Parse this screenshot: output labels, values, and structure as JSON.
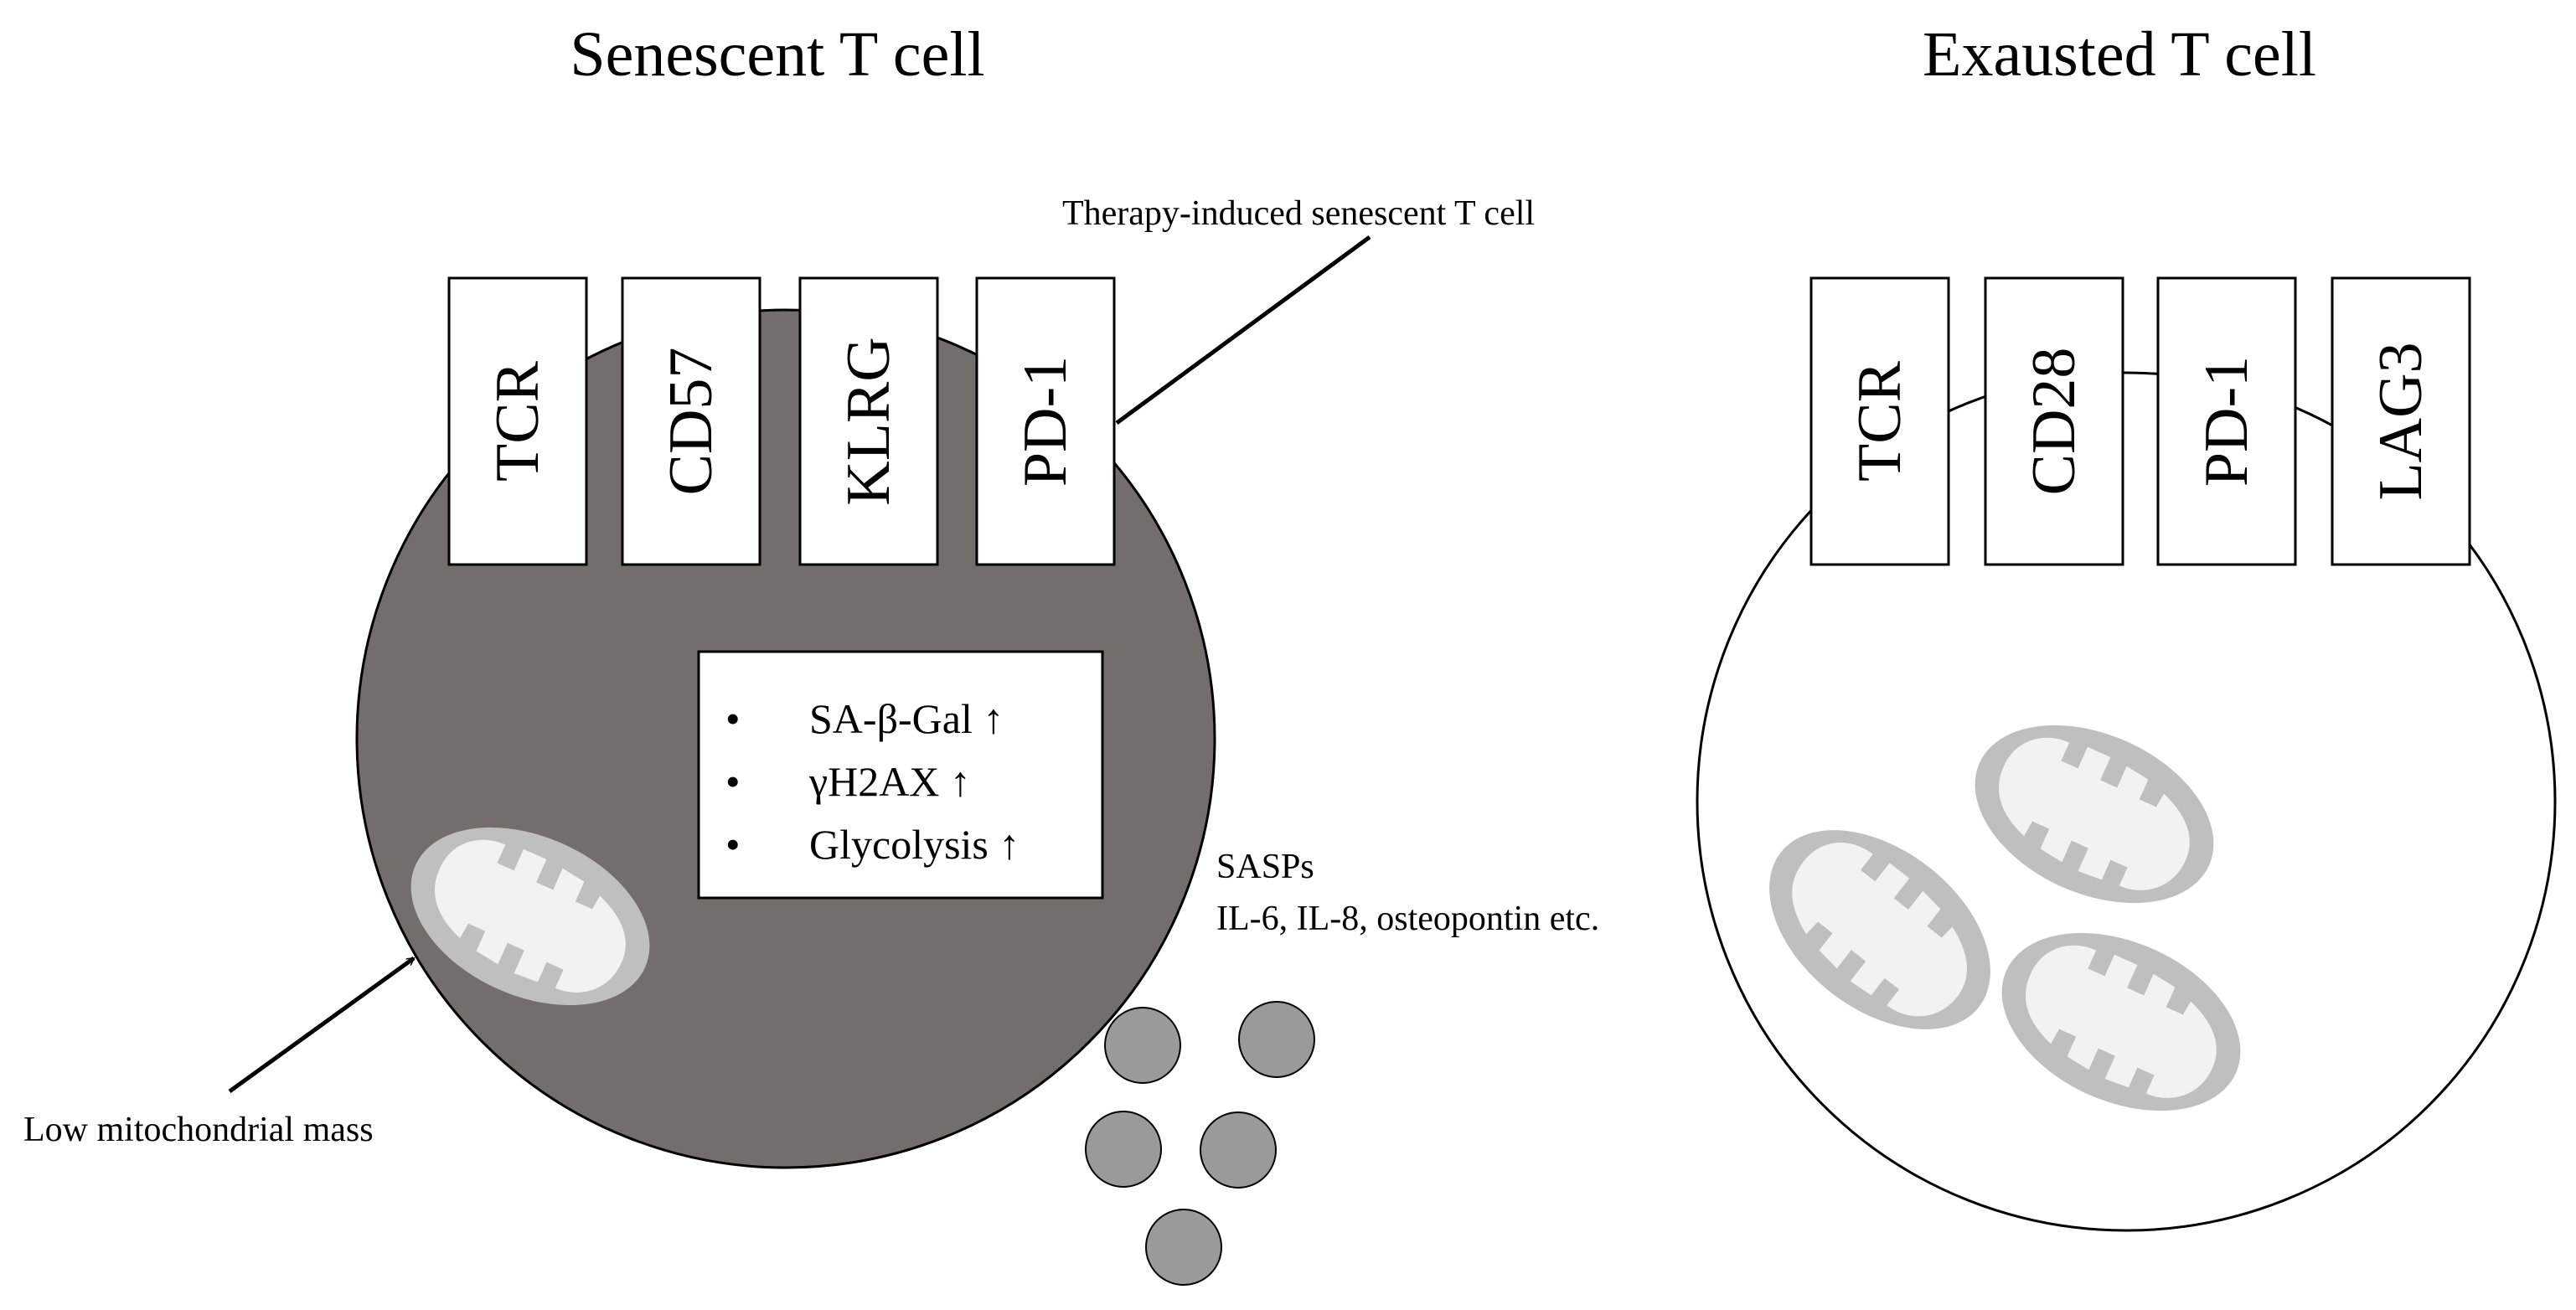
{
  "senescent": {
    "title": "Senescent T cell",
    "markers": [
      "TCR",
      "CD57",
      "KLRG",
      "PD-1"
    ],
    "features": [
      "SA-β-Gal ↑",
      "γH2AX ↑",
      "Glycolysis ↑"
    ],
    "therapy_label": "Therapy-induced senescent T cell",
    "sasp_label_1": "SASPs",
    "sasp_label_2": "IL-6, IL-8, osteopontin etc.",
    "mito_label": "Low mitochondrial mass"
  },
  "exhausted": {
    "title": "Exausted T cell",
    "markers": [
      "TCR",
      "CD28",
      "PD-1",
      "LAG3"
    ]
  },
  "colors": {
    "senescent_cell_fill": "#736d6b",
    "exhausted_cell_fill": "#ffffff",
    "mito_outer": "#bfbfbf",
    "mito_inner": "#f2f2f2",
    "sasp_fill": "#9a9a9a",
    "outline": "#000000"
  }
}
